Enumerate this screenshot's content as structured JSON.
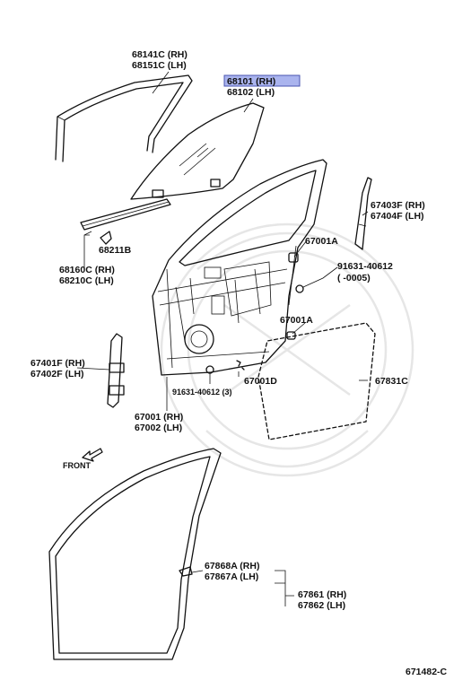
{
  "labels": {
    "p68141c": "68141C (RH)",
    "p68151c": "68151C (LH)",
    "p68101": "68101 (RH)",
    "p68102": "68102 (LH)",
    "p67403f": "67403F (RH)",
    "p67404f": "67404F (LH)",
    "p68211b": "68211B",
    "p68160c": "68160C (RH)",
    "p68210c": "68210C (LH)",
    "p67001a_top": "67001A",
    "p91631_top": "91631-40612",
    "p91631_top_range": "(      -0005)",
    "p67001a_mid": "67001A",
    "p67401f": "67401F (RH)",
    "p67402f": "67402F (LH)",
    "p67001d": "67001D",
    "p91631_bottom": "91631-40612 (3)",
    "p67831c": "67831C",
    "p67001": "67001 (RH)",
    "p67002": "67002 (LH)",
    "front": "FRONT",
    "p67868a": "67868A (RH)",
    "p67867a": "67867A (LH)",
    "p67861": "67861 (RH)",
    "p67862": "67862 (LH)",
    "diagram_code": "671482-C"
  },
  "highlight_color": "#aab4ee"
}
